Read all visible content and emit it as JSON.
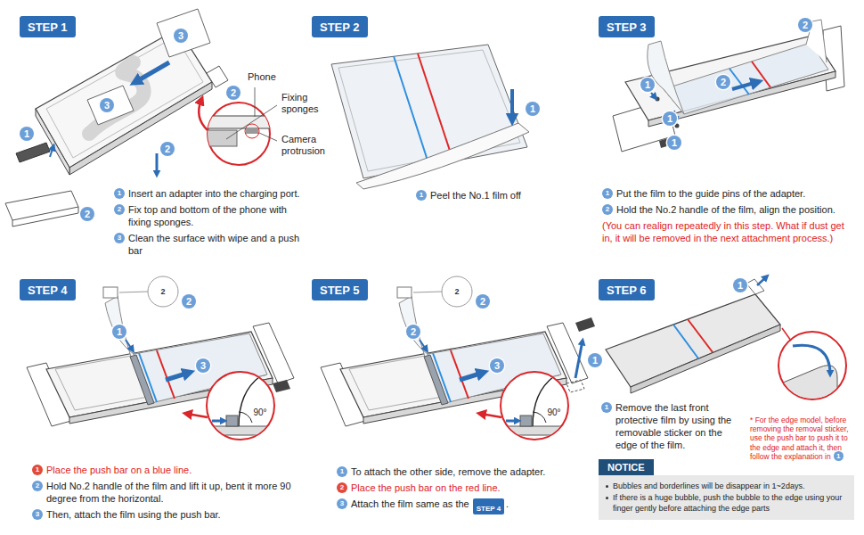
{
  "diagram": {
    "nodes": [
      {
        "text": [
          "STEP 1"
        ]
      },
      {
        "text": [
          "STEP 2"
        ]
      },
      {
        "text": [
          "STEP 3"
        ]
      },
      {
        "text": [
          "STEP 4"
        ]
      },
      {
        "text": [
          "STEP 5"
        ]
      },
      {
        "text": [
          "STEP 6"
        ]
      },
      {
        "text": [
          "STEP 4"
        ]
      },
      {
        "text": [
          "NOTICE",
          "Bubbles and borderlines will be disappear in 1~2days.",
          "If there is a huge bubble, push the bubble to the edge using your finger gently before attaching the edge parts"
        ]
      }
    ],
    "labels": [
      "3",
      "2",
      "3",
      "1",
      "2",
      "2",
      "Phone",
      "Fixing sponges",
      "Camera protrusion",
      "1",
      "Insert an adapter into the charging port.",
      "2",
      "Fix top and bottom of the phone with fixing sponges.",
      "3",
      "Clean the surface with wipe and a push bar",
      "1",
      "1",
      "Peel the No.1 film off",
      "2",
      "1",
      "2",
      "1",
      "1",
      "1",
      "Put the film to the guide pins of the adapter.",
      "2",
      "Hold the No.2 handle of the film, align the position.",
      "(You can realign repeatedly in this step. What if dust get in, it will be removed in the next attachment process.)",
      "2",
      "2",
      "1",
      "3",
      "90°",
      "1",
      "Place the push bar on a blue line.",
      "2",
      "Hold No.2 handle of the film and lift it up, bent it more 90 degree from the horizontal.",
      "3",
      "Then, attach the film using the push bar.",
      "2",
      "2",
      "2",
      "1",
      "3",
      "90°",
      "1",
      "To attach the other side, remove the adapter.",
      "2",
      "Place the push bar on the red line.",
      "3",
      "Attach the film same as the",
      ".",
      "1",
      "1",
      "Remove the last front protective film by using the removable sticker on the edge of the film.",
      "* For the edge model, before removing the removal sticker, use the push bar to push it to the edge and attach it, then follow the explanation in",
      "1"
    ]
  }
}
